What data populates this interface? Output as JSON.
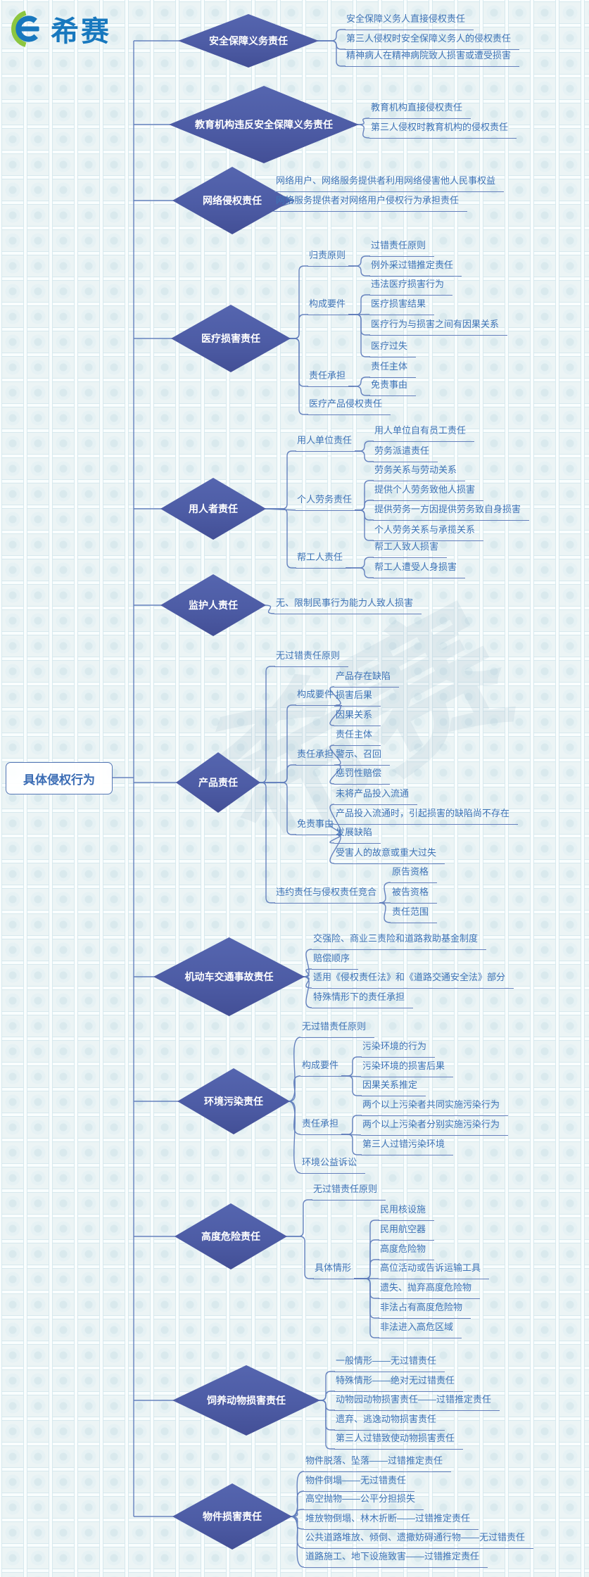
{
  "logo": {
    "brand": "希赛"
  },
  "watermark": "希赛",
  "root": {
    "label": "具体侵权行为"
  },
  "colors": {
    "diamond": "#4D5CA5",
    "node_text": "#3E73B6",
    "line": "#5F7CBA",
    "brand_blue": "#1878BE",
    "brand_green": "#8CC640"
  },
  "branches": [
    {
      "label": "安全保障义务责任",
      "children": [
        {
          "label": "安全保障义务人直接侵权责任"
        },
        {
          "label": "第三人侵权时安全保障义务人的侵权责任"
        },
        {
          "label": "精神病人在精神病院致人损害或遭受损害"
        }
      ]
    },
    {
      "label": "教育机构违反安全保障义务责任",
      "children": [
        {
          "label": "教育机构直接侵权责任"
        },
        {
          "label": "第三人侵权时教育机构的侵权责任"
        }
      ]
    },
    {
      "label": "网络侵权责任",
      "children": [
        {
          "label": "网络用户、网络服务提供者利用网络侵害他人民事权益"
        },
        {
          "label": "网络服务提供者对网络用户侵权行为承担责任"
        }
      ]
    },
    {
      "label": "医疗损害责任",
      "children": [
        {
          "label": "归责原则",
          "children": [
            {
              "label": "过错责任原则"
            },
            {
              "label": "例外采过错推定责任"
            }
          ]
        },
        {
          "label": "构成要件",
          "children": [
            {
              "label": "违法医疗损害行为"
            },
            {
              "label": "医疗损害结果"
            },
            {
              "label": "医疗行为与损害之间有因果关系"
            },
            {
              "label": "医疗过失"
            }
          ]
        },
        {
          "label": "责任承担",
          "children": [
            {
              "label": "责任主体"
            },
            {
              "label": "免责事由"
            }
          ]
        },
        {
          "label": "医疗产品侵权责任"
        }
      ]
    },
    {
      "label": "用人者责任",
      "children": [
        {
          "label": "用人单位责任",
          "children": [
            {
              "label": "用人单位自有员工责任"
            },
            {
              "label": "劳务派遣责任"
            }
          ]
        },
        {
          "label": "个人劳务责任",
          "children": [
            {
              "label": "劳务关系与劳动关系"
            },
            {
              "label": "提供个人劳务致他人损害"
            },
            {
              "label": "提供劳务一方因提供劳务致自身损害"
            },
            {
              "label": "个人劳务关系与承揽关系"
            }
          ]
        },
        {
          "label": "帮工人责任",
          "children": [
            {
              "label": "帮工人致人损害"
            },
            {
              "label": "帮工人遭受人身损害"
            }
          ]
        }
      ]
    },
    {
      "label": "监护人责任",
      "children": [
        {
          "label": "无、限制民事行为能力人致人损害"
        }
      ]
    },
    {
      "label": "产品责任",
      "children": [
        {
          "label": "无过错责任原则"
        },
        {
          "label": "构成要件",
          "children": [
            {
              "label": "产品存在缺陷"
            },
            {
              "label": "损害后果"
            },
            {
              "label": "因果关系"
            }
          ]
        },
        {
          "label": "责任承担",
          "children": [
            {
              "label": "责任主体"
            },
            {
              "label": "警示、召回"
            },
            {
              "label": "惩罚性赔偿"
            }
          ]
        },
        {
          "label": "免责事由",
          "children": [
            {
              "label": "未将产品投入流通"
            },
            {
              "label": "产品投入流通时，引起损害的缺陷尚不存在"
            },
            {
              "label": "发展缺陷"
            },
            {
              "label": "受害人的故意或重大过失"
            }
          ]
        },
        {
          "label": "违约责任与侵权责任竞合",
          "children": [
            {
              "label": "原告资格"
            },
            {
              "label": "被告资格"
            },
            {
              "label": "责任范围"
            }
          ]
        }
      ]
    },
    {
      "label": "机动车交通事故责任",
      "children": [
        {
          "label": "交强险、商业三责险和道路救助基金制度"
        },
        {
          "label": "赔偿顺序"
        },
        {
          "label": "适用《侵权责任法》和《道路交通安全法》部分"
        },
        {
          "label": "特殊情形下的责任承担"
        }
      ]
    },
    {
      "label": "环境污染责任",
      "children": [
        {
          "label": "无过错责任原则"
        },
        {
          "label": "构成要件",
          "children": [
            {
              "label": "污染环境的行为"
            },
            {
              "label": "污染环境的损害后果"
            },
            {
              "label": "因果关系推定"
            }
          ]
        },
        {
          "label": "责任承担",
          "children": [
            {
              "label": "两个以上污染者共同实施污染行为"
            },
            {
              "label": "两个以上污染者分别实施污染行为"
            },
            {
              "label": "第三人过错污染环境"
            }
          ]
        },
        {
          "label": "环境公益诉讼"
        }
      ]
    },
    {
      "label": "高度危险责任",
      "children": [
        {
          "label": "无过错责任原则"
        },
        {
          "label": "具体情形",
          "children": [
            {
              "label": "民用核设施"
            },
            {
              "label": "民用航空器"
            },
            {
              "label": "高度危险物"
            },
            {
              "label": "高位活动或告诉运输工具"
            },
            {
              "label": "遗失、抛弃高度危险物"
            },
            {
              "label": "非法占有高度危险物"
            },
            {
              "label": "非法进入高危区域"
            }
          ]
        }
      ]
    },
    {
      "label": "饲养动物损害责任",
      "children": [
        {
          "label": "一般情形——无过错责任"
        },
        {
          "label": "特殊情形——绝对无过错责任"
        },
        {
          "label": "动物园动物损害责任——过错推定责任"
        },
        {
          "label": "遗弃、逃逸动物损害责任"
        },
        {
          "label": "第三人过错致使动物损害责任"
        }
      ]
    },
    {
      "label": "物件损害责任",
      "children": [
        {
          "label": "物件脱落、坠落——过错推定责任"
        },
        {
          "label": "物件倒塌——无过错责任"
        },
        {
          "label": "高空抛物——公平分担损失"
        },
        {
          "label": "堆放物倒塌、林木折断——过错推定责任"
        },
        {
          "label": "公共道路堆放、倾倒、遗撒妨碍通行物——无过错责任"
        },
        {
          "label": "道路施工、地下设施致害——过错推定责任"
        }
      ]
    }
  ]
}
